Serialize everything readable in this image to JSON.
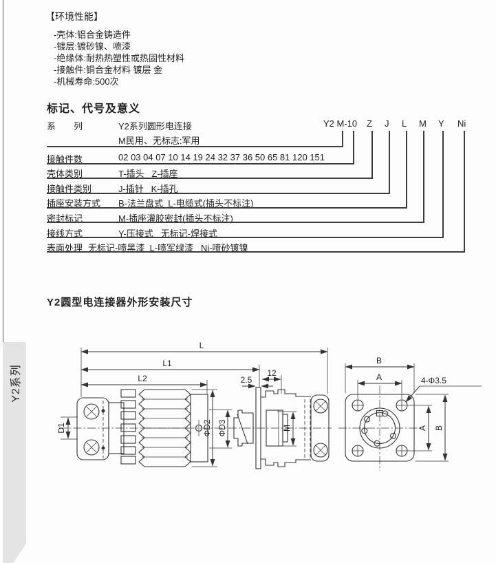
{
  "page": {
    "side_tab": "Y2系列"
  },
  "env": {
    "title": "【环境性能】",
    "items": [
      "-壳体:铝合金铸造件",
      "-镀层:镀砂镍、喷漆",
      "-绝缘体:耐热热塑性或热固性材料",
      "-接触件:铜合金材料 镀层 金",
      "-机械寿命:500次"
    ]
  },
  "marking": {
    "title": "标记、代号及意义",
    "code": {
      "prefix": "Y2 M-10",
      "letters": [
        "Z",
        "J",
        "L",
        "M",
        "Y",
        "Ni"
      ]
    },
    "rows": [
      {
        "label": "系　　列",
        "value": "Y2系列圆形电连接",
        "value2": "M民用、无标志:军用"
      },
      {
        "label": "接触件数",
        "value": "02 03 04 07 10 14 19 24 32 37 36 50 65 81 120 151"
      },
      {
        "label": "壳体类别",
        "value": "T-插头   Z-插座"
      },
      {
        "label": "接触件类别",
        "value": "J-插针   K-插孔"
      },
      {
        "label": "插座安装方式",
        "value": "B-法兰盘式  L-电缆式(插头不标注)"
      },
      {
        "label": "密封标记",
        "value": "M-插座灌胶密封(插头不标注)"
      },
      {
        "label": "接线方式",
        "value": "Y-压接式   无标记-焊接式"
      },
      {
        "label": "表面处理",
        "value": "无标记-喷黑漆  L-喷军绿漆   Ni-喷砂镀镍"
      }
    ]
  },
  "drawing": {
    "title": "Y2圆型电连接器外形安装尺寸",
    "dims": {
      "L": "L",
      "L1": "L1",
      "L2": "L2",
      "D1": "D1",
      "D2": "ΦD2",
      "D3": "ΦD3",
      "t": "2.5",
      "len12": "12",
      "M": "M",
      "A": "A",
      "B": "B",
      "holes": "4-Φ3.5"
    }
  }
}
